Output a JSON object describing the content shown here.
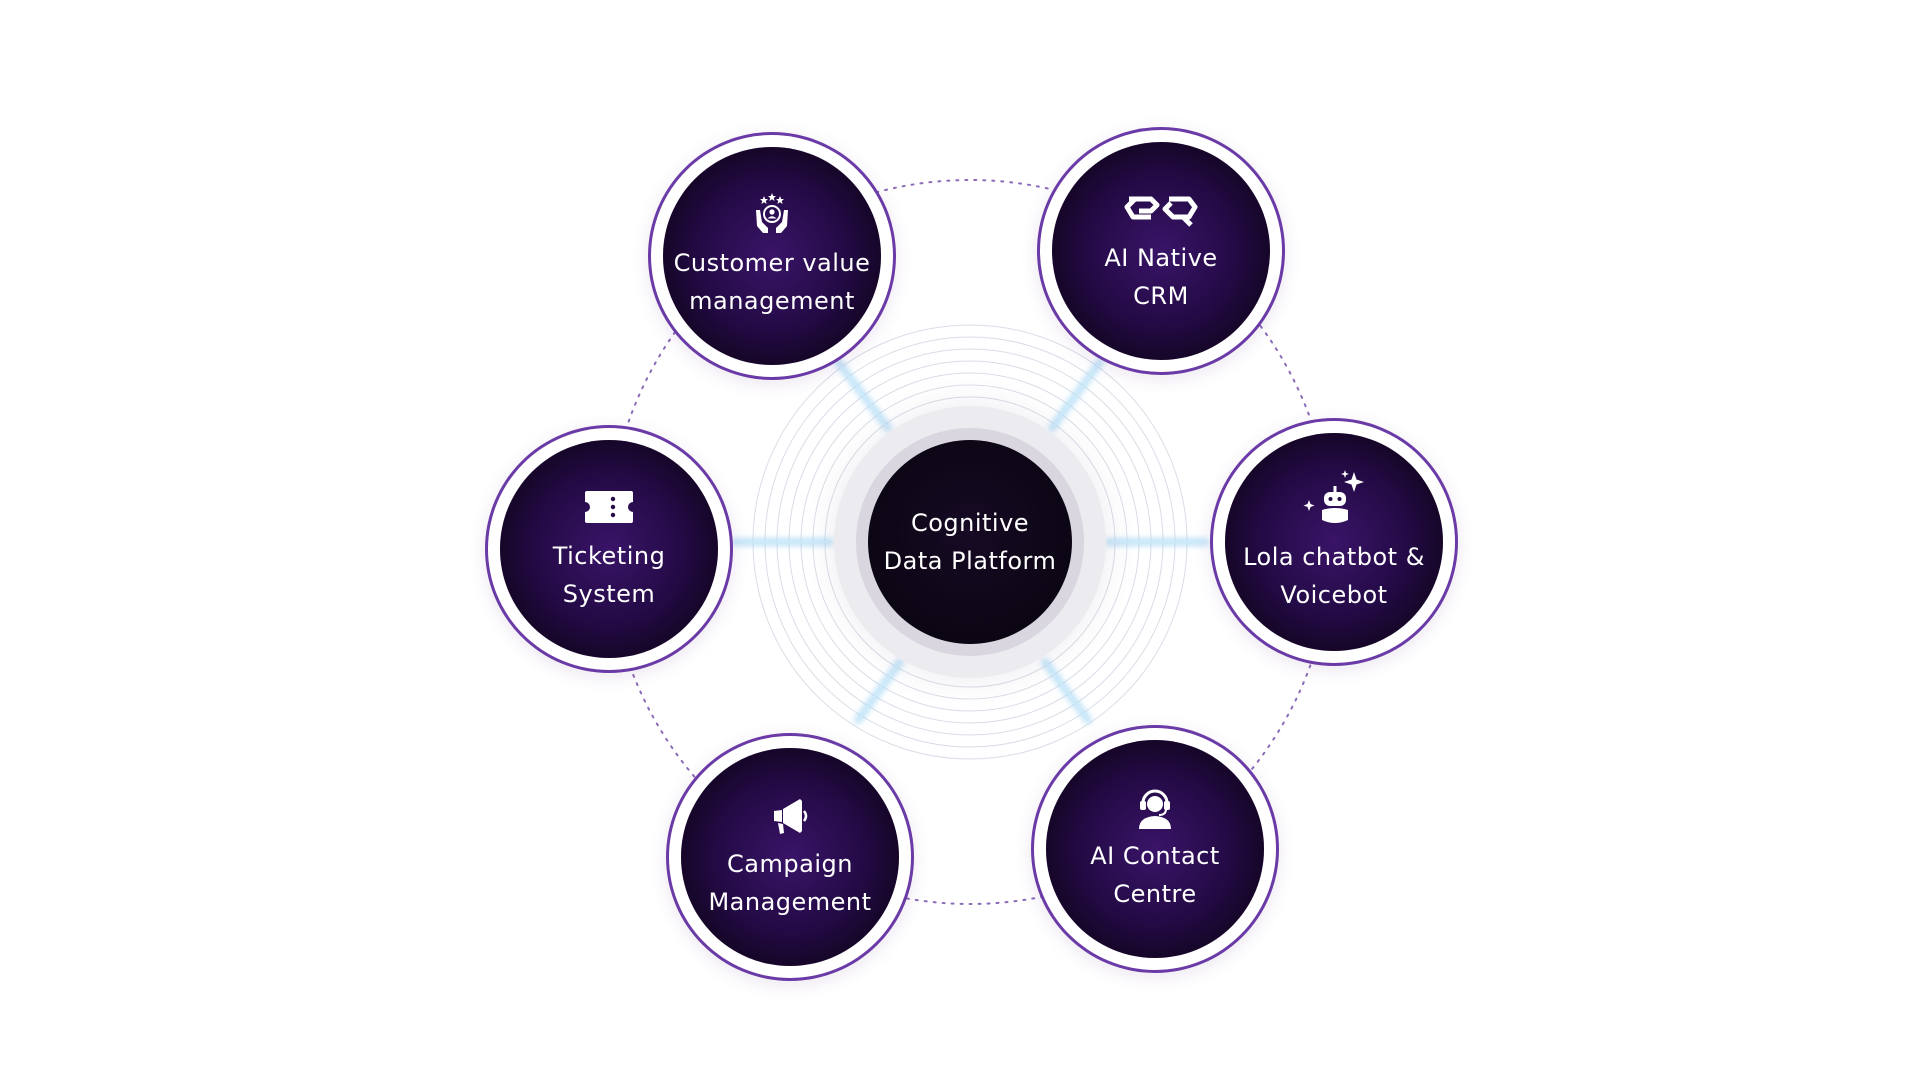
{
  "center": {
    "line1": "Cognitive",
    "line2": "Data Platform"
  },
  "nodes": [
    {
      "key": "cvm",
      "icon": "hands-user-stars-icon",
      "line1": "Customer value",
      "line2": "management"
    },
    {
      "key": "crm",
      "icon": "chain-link-icon",
      "line1": "AI Native",
      "line2": "CRM"
    },
    {
      "key": "lola",
      "icon": "robot-sparkles-icon",
      "line1": "Lola chatbot &",
      "line2": "Voicebot"
    },
    {
      "key": "contact",
      "icon": "headset-agent-icon",
      "line1": "AI Contact",
      "line2": "Centre"
    },
    {
      "key": "campaign",
      "icon": "megaphone-icon",
      "line1": "Campaign",
      "line2": "Management"
    },
    {
      "key": "ticket",
      "icon": "ticket-icon",
      "line1": "Ticketing",
      "line2": "System"
    }
  ],
  "colors": {
    "node_ring": "#6a3aa6",
    "node_fill": "#230a45",
    "dotted_orbit": "#8a6bb8",
    "connector_glow": "#a8d8f5",
    "center_fill": "#0c0614"
  }
}
